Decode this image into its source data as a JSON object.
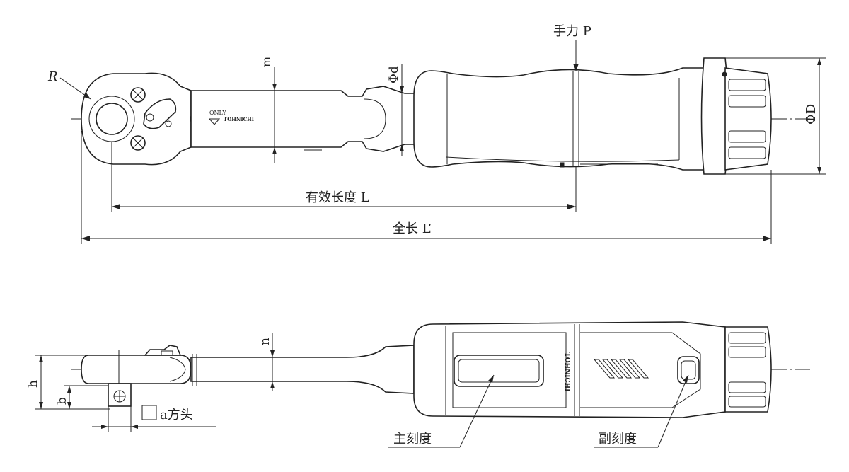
{
  "top_view": {
    "label_force": "手力 P",
    "label_phi_d": "Φd",
    "label_phi_D": "ΦD",
    "label_m": "m",
    "label_R": "R",
    "label_effective_length": "有效长度 L",
    "label_total_length": "全长 L’",
    "brand_text": "TOHNICHI",
    "only_text": "ONLY"
  },
  "side_view": {
    "label_h": "h",
    "label_b": "b",
    "label_n": "n",
    "label_square_drive": "a方头",
    "label_main_scale": "主刻度",
    "label_sub_scale": "副刻度",
    "brand_text": "TOHNICHI"
  }
}
